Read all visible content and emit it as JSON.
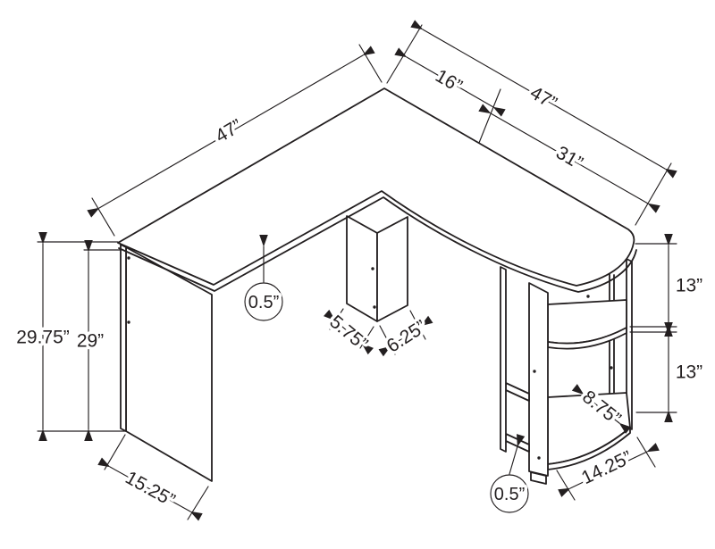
{
  "diagram": {
    "subject": "l-shaped-corner-desk-dimension-drawing",
    "line_color": "#231f20",
    "background_color": "#ffffff",
    "labels": {
      "top_left_length": "47”",
      "back_segment": "16”",
      "top_right_length": "47”",
      "right_inner_length": "31”",
      "total_height": "29.75”",
      "panel_height": "29”",
      "top_thickness": "0.5”",
      "column_width": "5.75”",
      "column_depth": "6.25”",
      "upper_shelf_gap": "13”",
      "lower_shelf_gap": "13”",
      "shelf_depth": "8.75”",
      "left_panel_depth": "15.25”",
      "bottom_shelf_width": "14.25”",
      "shelf_thickness": "0.5”"
    }
  }
}
